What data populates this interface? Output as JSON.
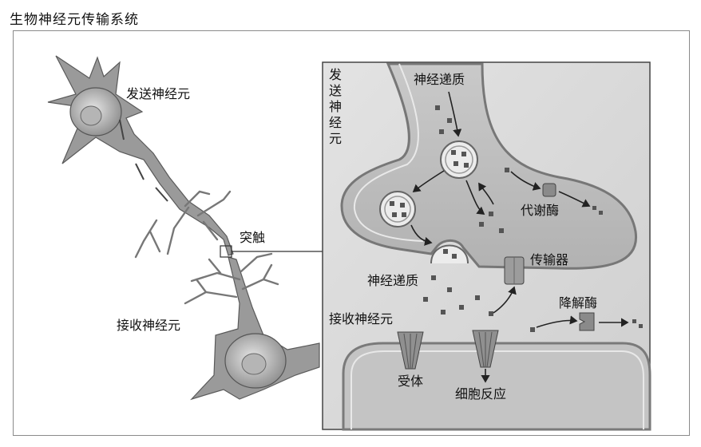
{
  "title": "生物神经元传输系统",
  "labels": {
    "sending_neuron": "发送神经元",
    "synapse": "突触",
    "receiving_neuron": "接收神经元",
    "inset_sending": "发送神经元",
    "neurotransmitter_top": "神经递质",
    "metabolic_enzyme": "代谢酶",
    "transporter": "传输器",
    "neurotransmitter_mid": "神经递质",
    "degrading_enzyme": "降解酶",
    "inset_receiving": "接收神经元",
    "receptor": "受体",
    "cell_response": "细胞反应"
  }
}
